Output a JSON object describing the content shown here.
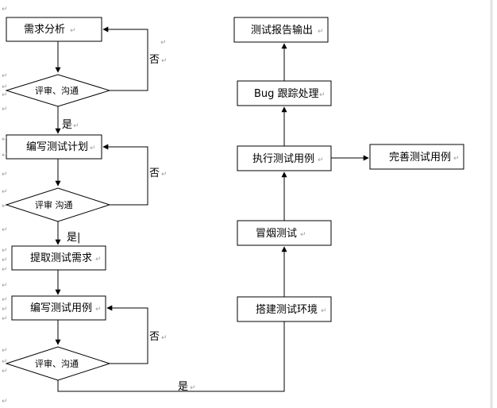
{
  "boxes": {
    "requirements_analysis": "需求分析",
    "write_test_plan": "编写测试计划",
    "extract_test_requirements": "提取测试需求",
    "write_test_cases": "编写测试用例",
    "setup_test_env": "搭建测试环境",
    "smoke_test": "冒烟测试",
    "execute_test_cases": "执行测试用例",
    "bug_tracking": "Bug 跟踪处理",
    "test_report_output": "测试报告输出",
    "improve_test_cases": "完善测试用例"
  },
  "decisions": {
    "review_1": "评审、沟通",
    "review_2": "评审 沟通",
    "review_3": "评审、沟通"
  },
  "labels": {
    "no": "否",
    "yes": "是",
    "yes_cursor": "是|"
  },
  "marks": {
    "paragraph": "↵"
  },
  "colors": {
    "stroke": "#000000",
    "fill": "#ffffff",
    "right_border": "#e2e2e2"
  }
}
